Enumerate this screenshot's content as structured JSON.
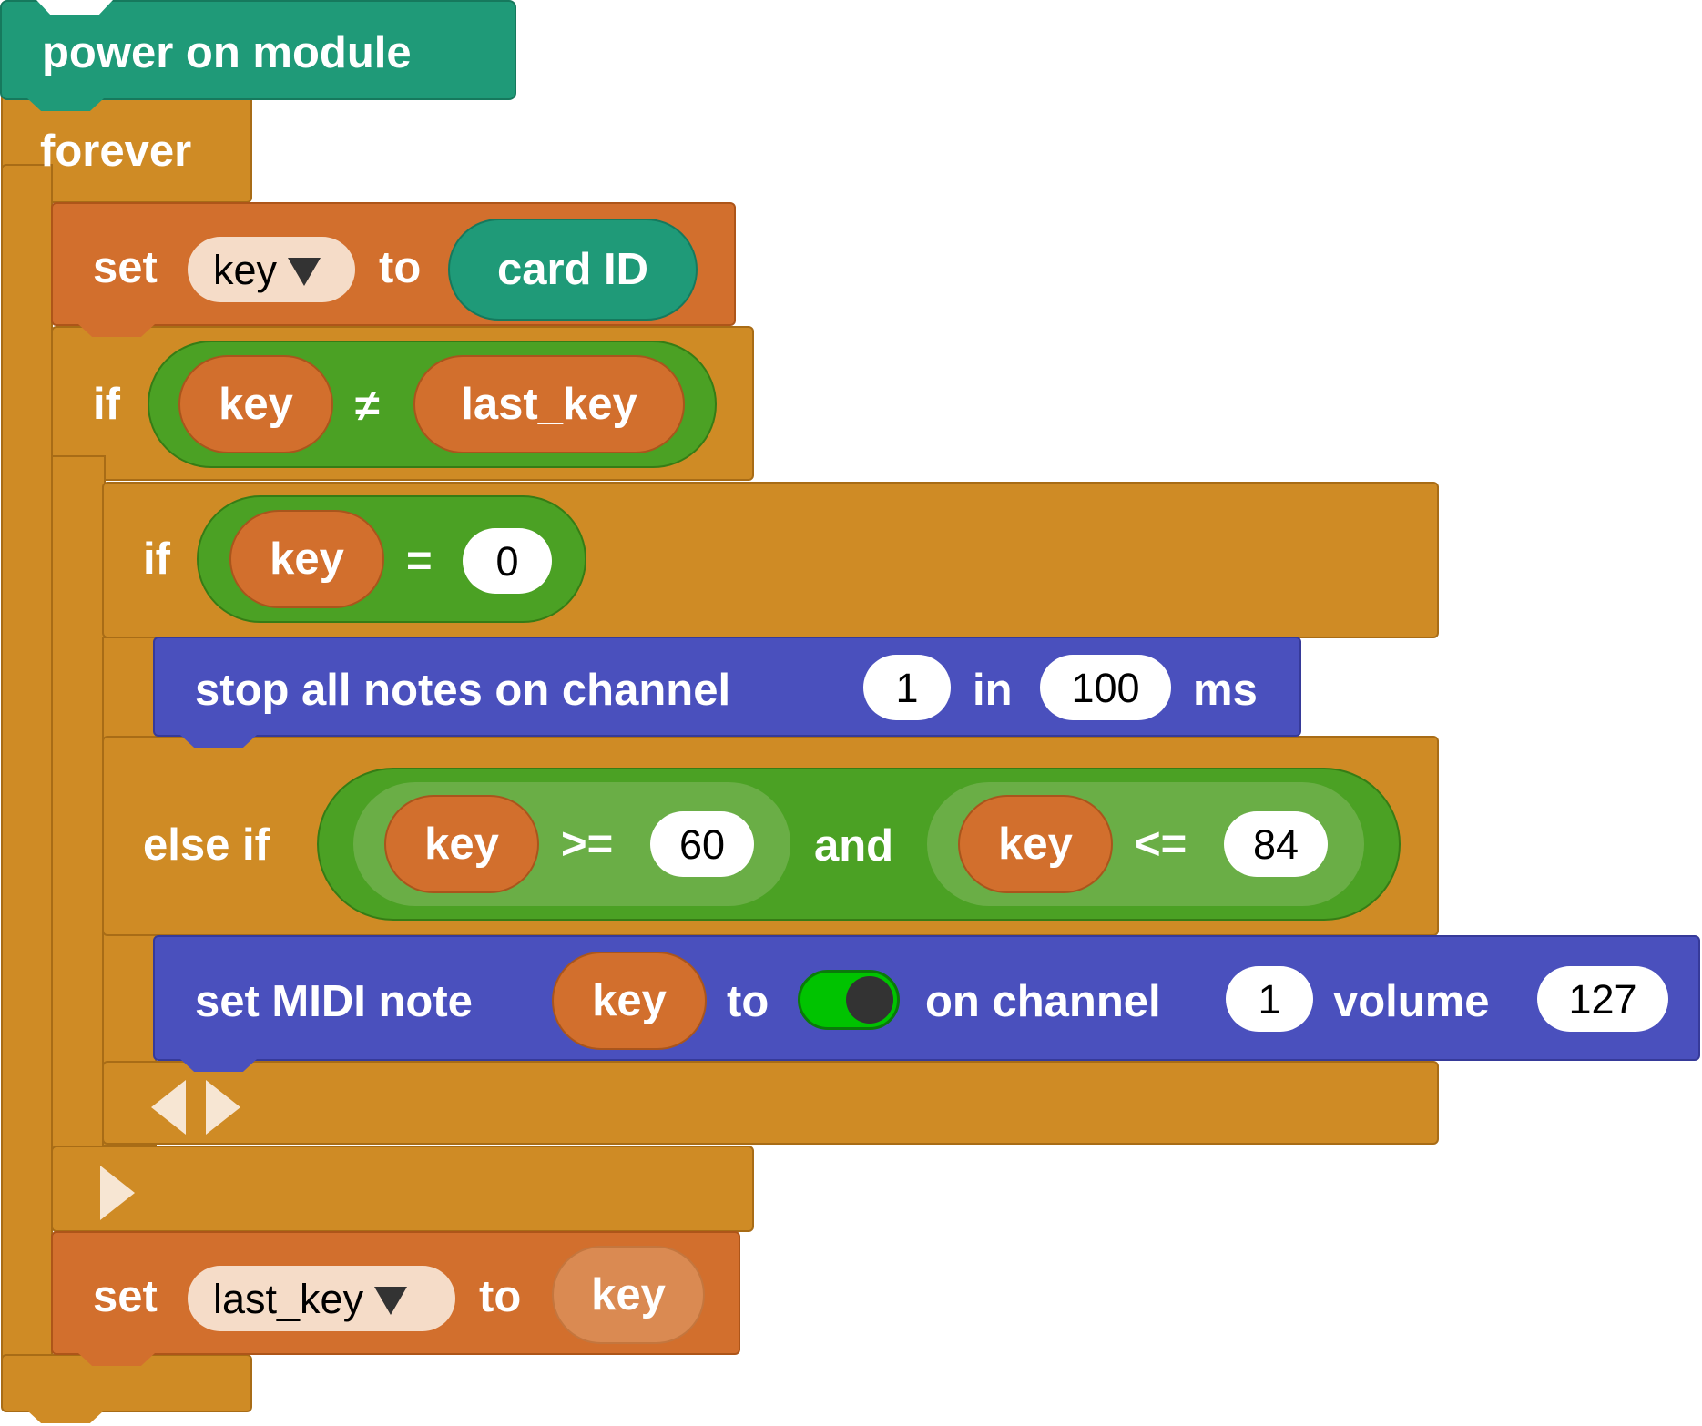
{
  "program": {
    "hat": {
      "label": "power on module"
    },
    "loop": {
      "label": "forever"
    },
    "set_key": {
      "set_label": "set",
      "variable": "key",
      "to_label": "to",
      "value": "card ID"
    },
    "outer_if": {
      "if_label": "if",
      "left": "key",
      "operator": "≠",
      "right": "last_key"
    },
    "inner_if": {
      "if_label": "if",
      "left": "key",
      "operator": "=",
      "value": "0",
      "stop_block": {
        "part1": "stop all notes on channel",
        "channel": "1",
        "in_label": "in",
        "duration": "100",
        "unit": "ms"
      },
      "else_if": {
        "label": "else if",
        "cond1": {
          "left": "key",
          "operator": ">=",
          "value": "60"
        },
        "and_label": "and",
        "cond2": {
          "left": "key",
          "operator": "<=",
          "value": "84"
        }
      },
      "midi_block": {
        "part1": "set MIDI note",
        "note": "key",
        "to_label": "to",
        "on_channel_label": "on channel",
        "channel": "1",
        "volume_label": "volume",
        "volume": "127"
      }
    },
    "set_last_key": {
      "set_label": "set",
      "variable": "last_key",
      "to_label": "to",
      "value": "key"
    }
  },
  "colors": {
    "event": "#1f9a78",
    "control": "#cf8b25",
    "variables": "#d26f2d",
    "logic": "#4ba124",
    "midi": "#4a50bd",
    "toggle_on": "#00c300"
  },
  "icons": {
    "toggle": "toggle-switch-on",
    "else_if_controls": [
      "remove-arrow-icon",
      "add-arrow-icon"
    ],
    "outer_if_control": "add-arrow-icon"
  }
}
